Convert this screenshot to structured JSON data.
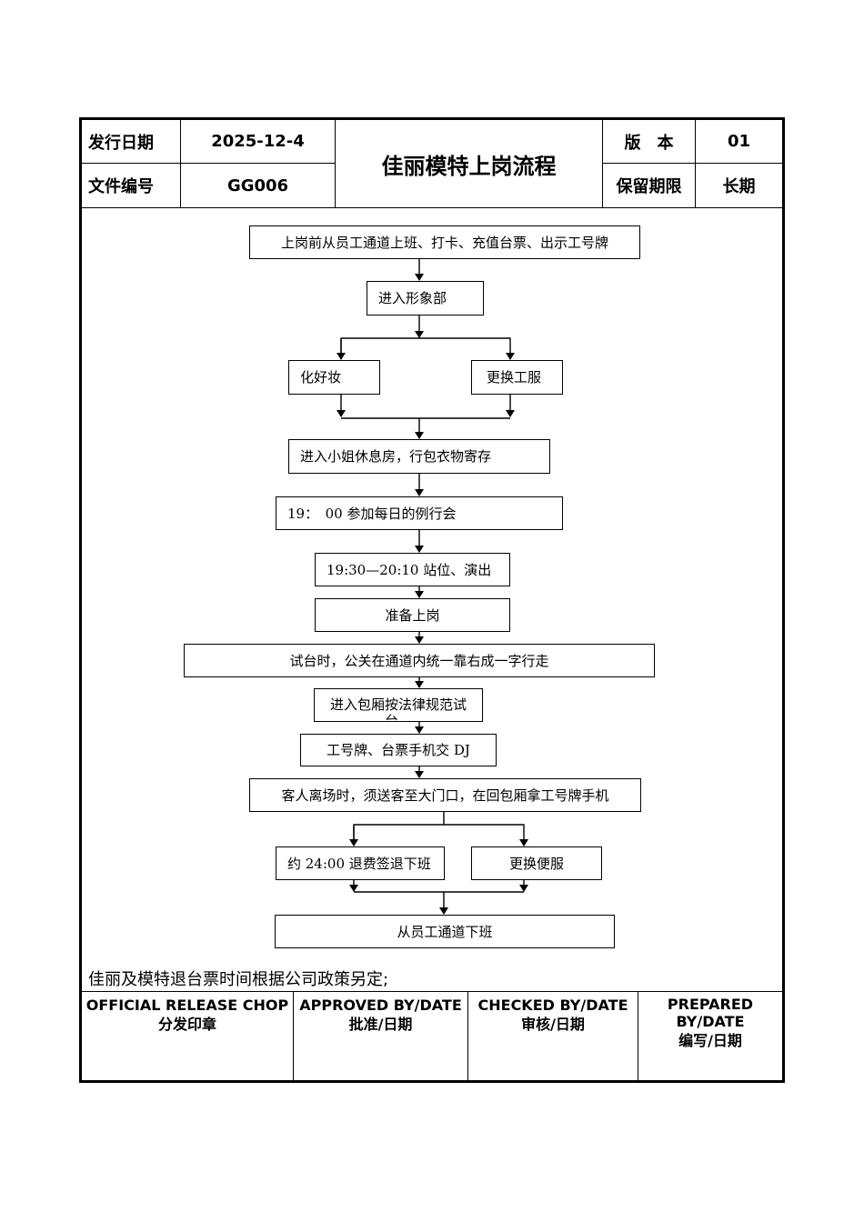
{
  "header": {
    "issue_date_label": "发行日期",
    "issue_date_value": "2025-12-4",
    "doc_no_label": "文件编号",
    "doc_no_value": "GG006",
    "title": "佳丽模特上岗流程",
    "version_label": "版　本",
    "version_value": "01",
    "retention_label": "保留期限",
    "retention_value": "长期"
  },
  "flow": {
    "step1": "上岗前从员工通道上班、打卡、充值台票、出示工号牌",
    "step2": "进入形象部",
    "step3a": "化好妆",
    "step3b": "更换工服",
    "step4": "进入小姐休息房，行包衣物寄存",
    "step5": "19：　00 参加每日的例行会",
    "step6": "19:30—20:10 站位、演出",
    "step7": "准备上岗",
    "step8": "试台时，公关在通道内统一靠右成一字行走",
    "step9": "进入包厢按法律规范试台。",
    "step10": "工号牌、台票手机交 DJ",
    "step11": "客人离场时，须送客至大门口，在回包厢拿工号牌手机",
    "step12a": "约 24:00 退费签退下班",
    "step12b": "更换便服",
    "step13": "从员工通道下班"
  },
  "note": "佳丽及模特退台票时间根据公司政策另定;",
  "footer": {
    "chop_en": "OFFICIAL RELEASE CHOP",
    "chop_cn": "分发印章",
    "approved_en": "APPROVED BY/DATE",
    "approved_cn": "批准/日期",
    "checked_en": "CHECKED BY/DATE",
    "checked_cn": "审核/日期",
    "prepared_en": "PREPARED BY/DATE",
    "prepared_cn": "编写/日期"
  }
}
